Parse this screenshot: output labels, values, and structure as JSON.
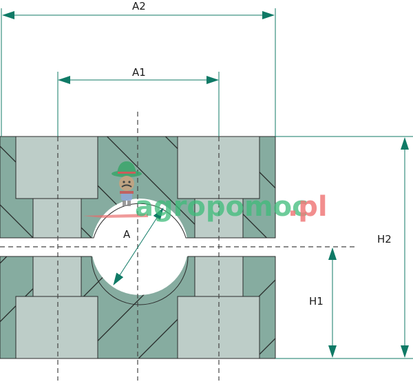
{
  "diagram": {
    "title": "Split clamp block dimension drawing",
    "colors": {
      "body_fill": "#86aca0",
      "bore_fill": "#bdcdc8",
      "outline": "#2b2b2b",
      "dimension_line": "#0f7a66",
      "centerline": "#444444"
    },
    "labels": {
      "a2": "A2",
      "a1": "A1",
      "a": "A",
      "h2": "H2",
      "h1": "H1"
    },
    "watermark": {
      "text_green": "agropomoc",
      "text_red": ".pl"
    }
  }
}
